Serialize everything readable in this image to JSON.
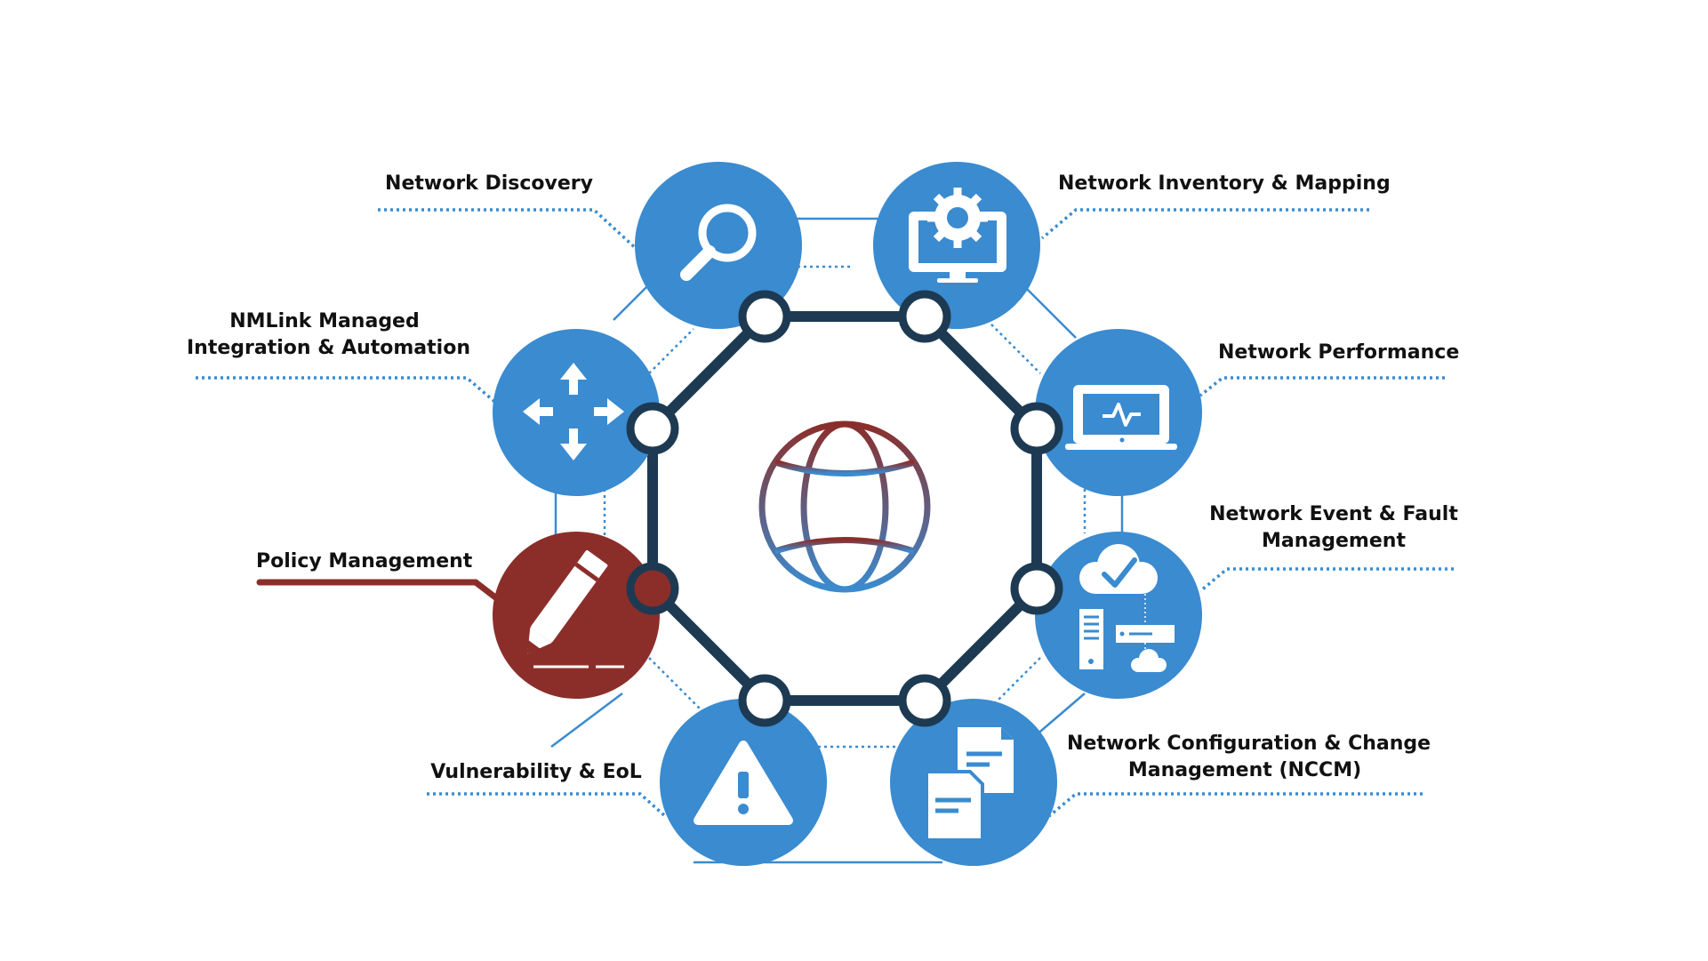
{
  "colors": {
    "node_blue": "#3a8bd0",
    "node_active": "#8b2e2a",
    "ring_dark": "#1d3a52",
    "dotted_line": "#3a8bd0",
    "globe_top": "#8b2e2a",
    "globe_bottom": "#3a8bd0"
  },
  "center": {
    "icon": "globe-icon"
  },
  "nodes": [
    {
      "id": "network-discovery",
      "icon": "magnifier-icon",
      "active": false,
      "label_lines": [
        "Network Discovery"
      ]
    },
    {
      "id": "network-inventory-mapping",
      "icon": "monitor-gear-icon",
      "active": false,
      "label_lines": [
        "Network Inventory & Mapping"
      ]
    },
    {
      "id": "network-performance",
      "icon": "laptop-pulse-icon",
      "active": false,
      "label_lines": [
        "Network Performance"
      ]
    },
    {
      "id": "network-event-fault-management",
      "icon": "cloud-server-check-icon",
      "active": false,
      "label_lines": [
        "Network Event & Fault",
        "Management"
      ]
    },
    {
      "id": "network-configuration-change-management",
      "icon": "documents-icon",
      "active": false,
      "label_lines": [
        "Network Configuration & Change",
        "Management (NCCM)"
      ]
    },
    {
      "id": "vulnerability-eol",
      "icon": "warning-icon",
      "active": false,
      "label_lines": [
        "Vulnerability & EoL"
      ]
    },
    {
      "id": "policy-management",
      "icon": "pencil-icon",
      "active": true,
      "label_lines": [
        "Policy Management"
      ]
    },
    {
      "id": "nmlink-managed-integration-automation",
      "icon": "arrows-move-icon",
      "active": false,
      "label_lines": [
        "NMLink Managed",
        "Integration & Automation"
      ]
    }
  ]
}
